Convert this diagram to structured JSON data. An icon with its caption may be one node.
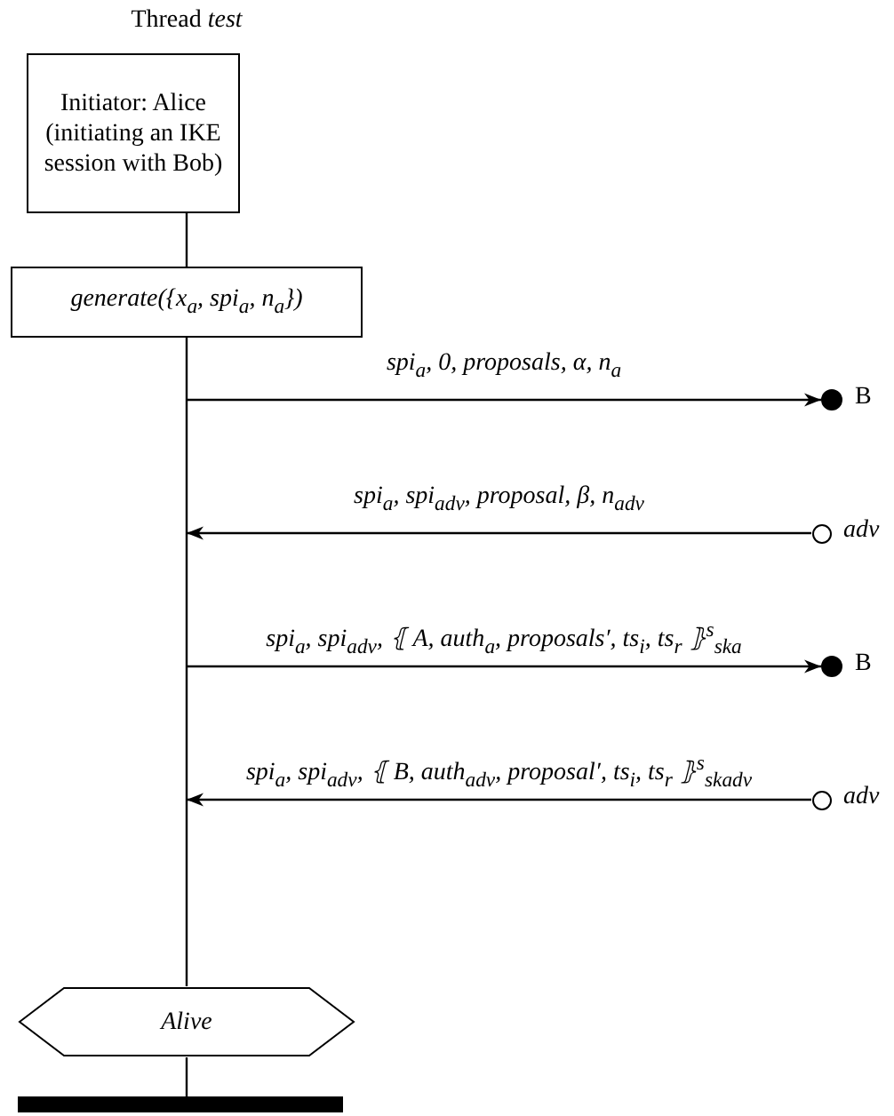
{
  "diagram": {
    "title": "Thread *test*",
    "nodes": [
      {
        "text": [
          "Initiator: Alice (initiating an IKE session with Bob)"
        ]
      },
      {
        "text": [
          "generate({x$_{a}$, spi$_{a}$, n$_{a}$})"
        ]
      },
      {
        "text": [],
        "shape": "circle",
        "beside": [
          "B"
        ]
      },
      {
        "text": [],
        "shape": "circle",
        "beside": [
          "adv"
        ]
      },
      {
        "text": [],
        "shape": "circle",
        "beside": [
          "B"
        ]
      },
      {
        "text": [],
        "shape": "circle",
        "beside": [
          "adv"
        ]
      },
      {
        "text": [
          "Alive"
        ]
      },
      {
        "text": [],
        "shape": "bar"
      }
    ],
    "edges": [
      {
        "from": 0,
        "to": 1,
        "arrow": "none"
      },
      {
        "from": null,
        "to": 2,
        "arrow": "to",
        "label": "spi$_{a}$, 0, proposals, α, n$_{a}$"
      },
      {
        "from": 3,
        "to": null,
        "arrow": "to",
        "label": "spi$_{a}$, spi$_{adv}$, proposal, β, n$_{adv}$"
      },
      {
        "from": null,
        "to": 4,
        "arrow": "to",
        "label": "spi$_{a}$, spi$_{adv}$, ⦃ A, auth$_{a}$, proposals′, ts$_{i}$, ts$_{r}$ ⦄$^{s}$$_{ska}$"
      },
      {
        "from": 5,
        "to": null,
        "arrow": "to",
        "label": "spi$_{a}$, spi$_{adv}$, ⦃ B, auth$_{adv}$, proposal′, ts$_{i}$, ts$_{r}$ ⦄$^{s}$$_{sk}$$_{adv}$"
      },
      {
        "from": 1,
        "to": 6,
        "arrow": "none"
      },
      {
        "from": 6,
        "to": 7,
        "arrow": "none"
      }
    ]
  }
}
